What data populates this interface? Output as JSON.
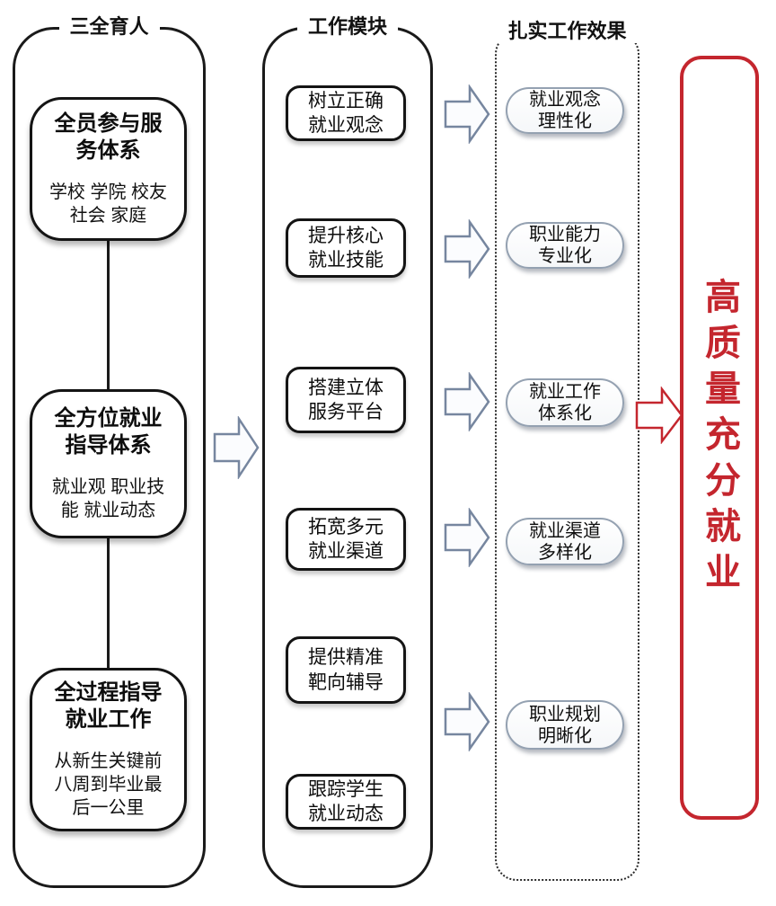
{
  "diagram": {
    "left": {
      "header": "三全育人",
      "boxes": [
        {
          "title": "全员参与服\n务体系",
          "subtitle": "学校 学院 校友\n社会 家庭"
        },
        {
          "title": "全方位就业\n指导体系",
          "subtitle": "就业观 职业技\n能 就业动态"
        },
        {
          "title": "全过程指导\n就业工作",
          "subtitle": "从新生关键前\n八周到毕业最\n后一公里"
        }
      ]
    },
    "middle": {
      "header": "工作模块",
      "boxes": [
        {
          "label": "树立正确\n就业观念"
        },
        {
          "label": "提升核心\n就业技能"
        },
        {
          "label": "搭建立体\n服务平台"
        },
        {
          "label": "拓宽多元\n就业渠道"
        },
        {
          "label": "提供精准\n靶向辅导"
        },
        {
          "label": "跟踪学生\n就业动态"
        }
      ]
    },
    "right": {
      "header": "扎实工作效果",
      "boxes": [
        {
          "label": "就业观念\n理性化"
        },
        {
          "label": "职业能力\n专业化"
        },
        {
          "label": "就业工作\n体系化"
        },
        {
          "label": "就业渠道\n多样化"
        },
        {
          "label": "职业规划\n明晰化"
        }
      ]
    },
    "result": {
      "label": "高质量充分就业"
    },
    "colors": {
      "outline_black": "#1a1a1a",
      "arrow_blue_stroke": "#76869f",
      "accent_red": "#c4262e",
      "pill_border_grey": "#94a1b1"
    }
  }
}
